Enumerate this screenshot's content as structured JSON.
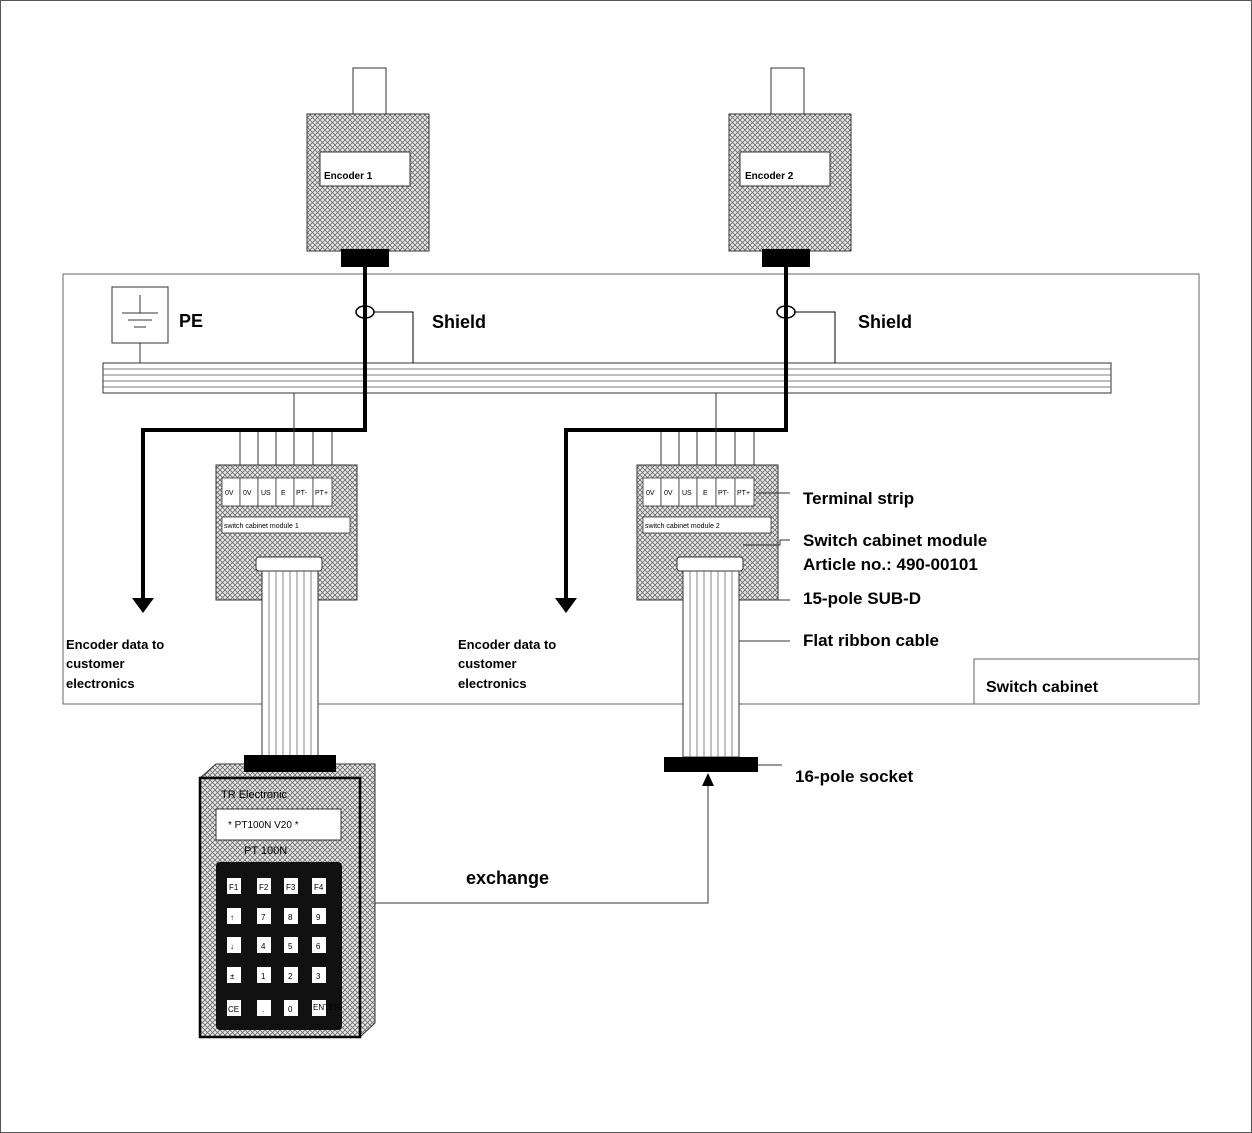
{
  "encoders": [
    {
      "label": "Encoder 1"
    },
    {
      "label": "Encoder 2"
    }
  ],
  "labels": {
    "pe": "PE",
    "shield": "Shield",
    "terminal_strip": "Terminal strip",
    "switch_cabinet_module": "Switch cabinet module",
    "article_no": "Article no.: 490-00101",
    "sub_d": "15-pole SUB-D",
    "flat_ribbon_cable": "Flat ribbon cable",
    "switch_cabinet": "Switch cabinet",
    "socket": "16-pole socket",
    "exchange": "exchange",
    "encoder_data": [
      "Encoder data to",
      "customer",
      "electronics"
    ]
  },
  "terminals": [
    "0V",
    "0V",
    "US",
    "E",
    "PT-",
    "PT+"
  ],
  "modules": [
    {
      "label": "switch cabinet module 1"
    },
    {
      "label": "switch cabinet module 2"
    }
  ],
  "handheld": {
    "brand": "TR  Electronic",
    "display": "* PT100N  V20 *",
    "model": "PT 100N",
    "keys": [
      [
        "F1",
        "F2",
        "F3",
        "F4"
      ],
      [
        "↑",
        "7",
        "8",
        "9"
      ],
      [
        "↓",
        "4",
        "5",
        "6"
      ],
      [
        "±",
        "1",
        "2",
        "3"
      ],
      [
        "CE",
        ".",
        "0",
        "ENTER"
      ]
    ]
  }
}
